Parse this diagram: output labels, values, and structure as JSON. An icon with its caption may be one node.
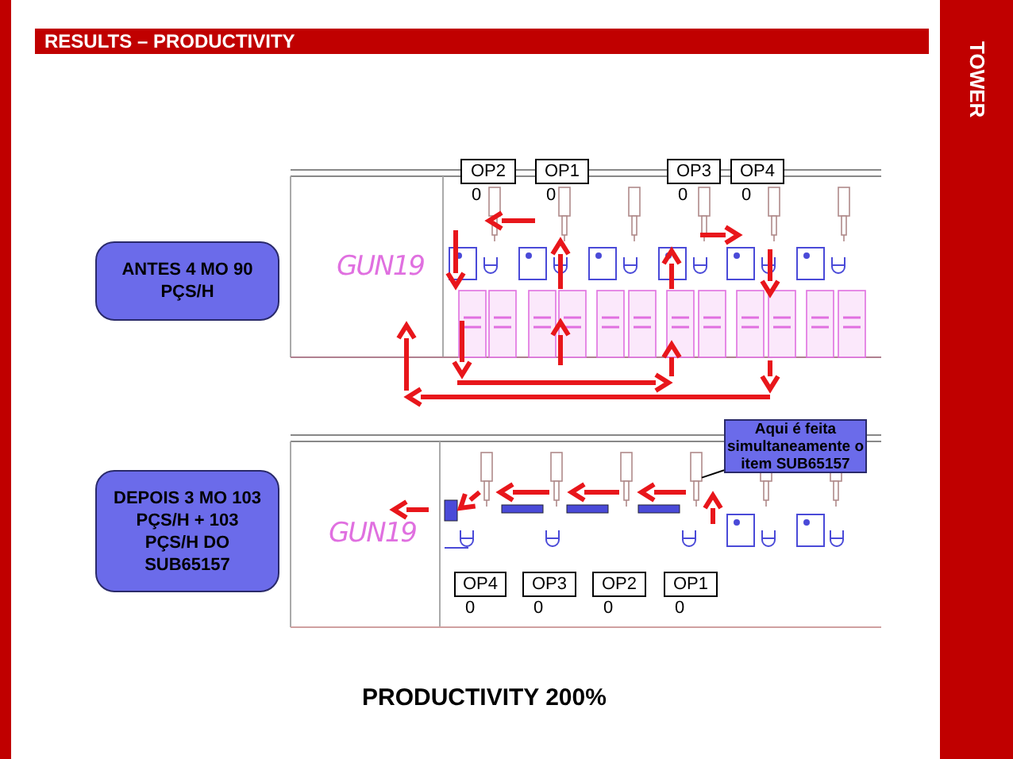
{
  "diagram": {
    "title": "RESULTS – PRODUCTIVITY",
    "nodes": [
      {
        "text": [
          "OP2"
        ],
        "beside": [
          "0"
        ]
      },
      {
        "text": [
          "OP1"
        ],
        "beside": [
          "0"
        ]
      },
      {
        "text": [
          "OP3"
        ],
        "beside": [
          "0"
        ]
      },
      {
        "text": [
          "OP4"
        ],
        "beside": [
          "0"
        ]
      },
      {
        "text": [
          "ANTES 4 MO 90 PÇS/H"
        ]
      },
      {
        "text": [
          "Aqui é feita simultaneamente o item SUB65157"
        ]
      },
      {
        "text": [
          "DEPOIS 3 MO 103 PÇS/H + 103 PÇS/H DO SUB65157"
        ]
      },
      {
        "text": [
          "OP4"
        ],
        "beside": [
          "0"
        ]
      },
      {
        "text": [
          "OP3"
        ],
        "beside": [
          "0"
        ]
      },
      {
        "text": [
          "OP2"
        ],
        "beside": [
          "0"
        ]
      },
      {
        "text": [
          "OP1"
        ],
        "beside": [
          "0"
        ]
      },
      {
        "text": [],
        "shape": "box"
      }
    ],
    "edges": [
      {
        "from": 5,
        "to": 11,
        "arrow": "none"
      }
    ],
    "labels": [
      "TOWER",
      "GUN19",
      "GUN19",
      "PRODUCTIVITY 200%"
    ]
  }
}
